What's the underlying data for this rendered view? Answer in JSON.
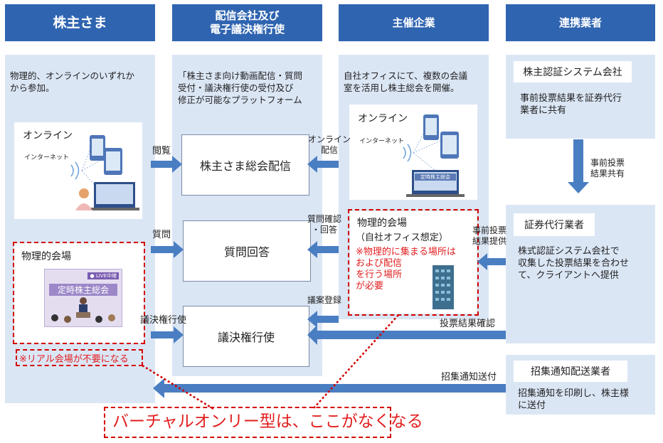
{
  "headers": {
    "shareholders": "株主さま",
    "distributor": "配信会社及び\n電子議決権行使",
    "organizer": "主催企業",
    "partners": "連携業者"
  },
  "shareholders": {
    "intro": "物理的、オンラインのいずれか\nから参加。",
    "online_title": "オンライン",
    "internet_label": "インターネット",
    "physical_title": "物理的会場",
    "live_badge": "● LIVE中継",
    "screen_title": "定時株主総会",
    "real_venue_note": "※リアル会場が不要になる"
  },
  "distributor": {
    "intro": "「株主さま向け動画配信・質問\n受付・議決権行使の受付及び\n修正が可能なプラットフォーム",
    "streaming": "株主さま総会配信",
    "qa": "質問回答",
    "voting": "議決権行使"
  },
  "organizer": {
    "intro": "自社オフィスにて、複数の会議\n室を活用し株主総会を開催。",
    "online_title": "オンライン",
    "internet_label": "インターネット",
    "screen_label": "定時株主総会",
    "physical_title": "物理的会場",
    "physical_sub": "（自社オフィス想定）",
    "physical_note": "※物理的に集まる場所は\nおよび配信\nを行う場所\nが必要"
  },
  "partners": {
    "auth_title": "株主認証システム会社",
    "auth_desc": "事前投票結果を証券代行\n業者に共有",
    "transfer_title": "証券代行業者",
    "transfer_desc": "株式認証システム会社で\n収集した投票結果を合わせ\nて、クライアントへ提供",
    "mail_title": "招集通知配送業者",
    "mail_desc": "招集通知を印刷し、株主様\nに送付"
  },
  "arrows": {
    "view": "閲覧",
    "question": "質問",
    "vote": "議決権行使",
    "online_stream": "オンライン\n配信",
    "qa_confirm": "質問確認\n・回答",
    "proposal_register": "議案登録",
    "advance_vote_share": "事前投票\n結果共有",
    "advance_result_provide": "事前投票\n結果提供",
    "vote_result_confirm": "投票結果確認",
    "notice_send": "招集通知送付"
  },
  "bottom_note": "バーチャルオンリー型は、ここがなくなる",
  "colors": {
    "header": "#2f64b0",
    "panel": "#dbe6f5",
    "arrow": "#4a7ec2",
    "red": "#d40000"
  }
}
